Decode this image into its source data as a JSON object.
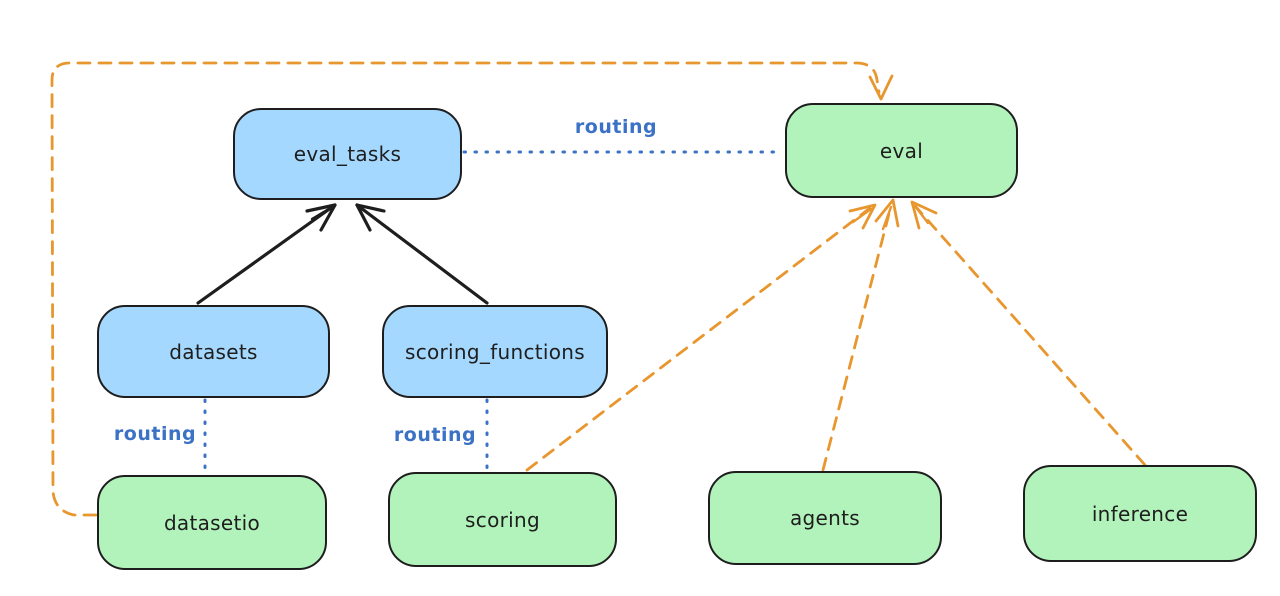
{
  "colors": {
    "background": "#ffffff",
    "black": "#1e1e1e",
    "orange": "#e8962e",
    "blue_line": "#3b72c6",
    "blue_fill": "#a5d8ff",
    "green_fill": "#b2f2bb"
  },
  "nodes": [
    {
      "id": "eval_tasks",
      "label": "eval_tasks",
      "fill": "blue"
    },
    {
      "id": "eval",
      "label": "eval",
      "fill": "green"
    },
    {
      "id": "datasets",
      "label": "datasets",
      "fill": "blue"
    },
    {
      "id": "scoring_functions",
      "label": "scoring_functions",
      "fill": "blue"
    },
    {
      "id": "datasetio",
      "label": "datasetio",
      "fill": "green"
    },
    {
      "id": "scoring",
      "label": "scoring",
      "fill": "green"
    },
    {
      "id": "agents",
      "label": "agents",
      "fill": "green"
    },
    {
      "id": "inference",
      "label": "inference",
      "fill": "green"
    }
  ],
  "edges": [
    {
      "from": "datasets",
      "to": "eval_tasks",
      "style": "solid",
      "color": "black",
      "label": ""
    },
    {
      "from": "scoring_functions",
      "to": "eval_tasks",
      "style": "solid",
      "color": "black",
      "label": ""
    },
    {
      "from": "eval_tasks",
      "to": "eval",
      "style": "dotted",
      "color": "blue",
      "label": "routing"
    },
    {
      "from": "datasets",
      "to": "datasetio",
      "style": "dotted",
      "color": "blue",
      "label": "routing"
    },
    {
      "from": "scoring_functions",
      "to": "scoring",
      "style": "dotted",
      "color": "blue",
      "label": "routing"
    },
    {
      "from": "scoring",
      "to": "eval",
      "style": "dashed",
      "color": "orange",
      "label": ""
    },
    {
      "from": "agents",
      "to": "eval",
      "style": "dashed",
      "color": "orange",
      "label": ""
    },
    {
      "from": "inference",
      "to": "eval",
      "style": "dashed",
      "color": "orange",
      "label": ""
    },
    {
      "from": "datasetio",
      "to": "eval",
      "style": "dashed",
      "color": "orange",
      "label": "",
      "route": "around-left-and-top"
    }
  ]
}
